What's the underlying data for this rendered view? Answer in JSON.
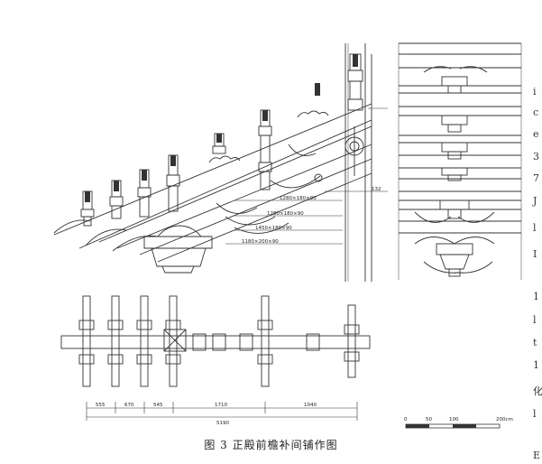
{
  "caption": "图 3  正殿前檐补间铺作图",
  "elevation": {
    "dimension_labels": [
      "1280×180×90",
      "1280×180×90",
      "1450×180×90",
      "1180×200×90"
    ],
    "right_dim": "132"
  },
  "plan": {
    "dim_segments": [
      "555",
      "670",
      "545",
      "1710",
      "1040"
    ],
    "dim_total": "5190"
  },
  "scale_bar": {
    "ticks": [
      "0",
      "50",
      "100",
      "200cm"
    ]
  },
  "margin_glyphs": [
    "i",
    "c",
    "e",
    "3",
    "7",
    "J",
    "l",
    "I",
    "1",
    "l",
    "t",
    "1",
    "化",
    "l",
    "E"
  ]
}
